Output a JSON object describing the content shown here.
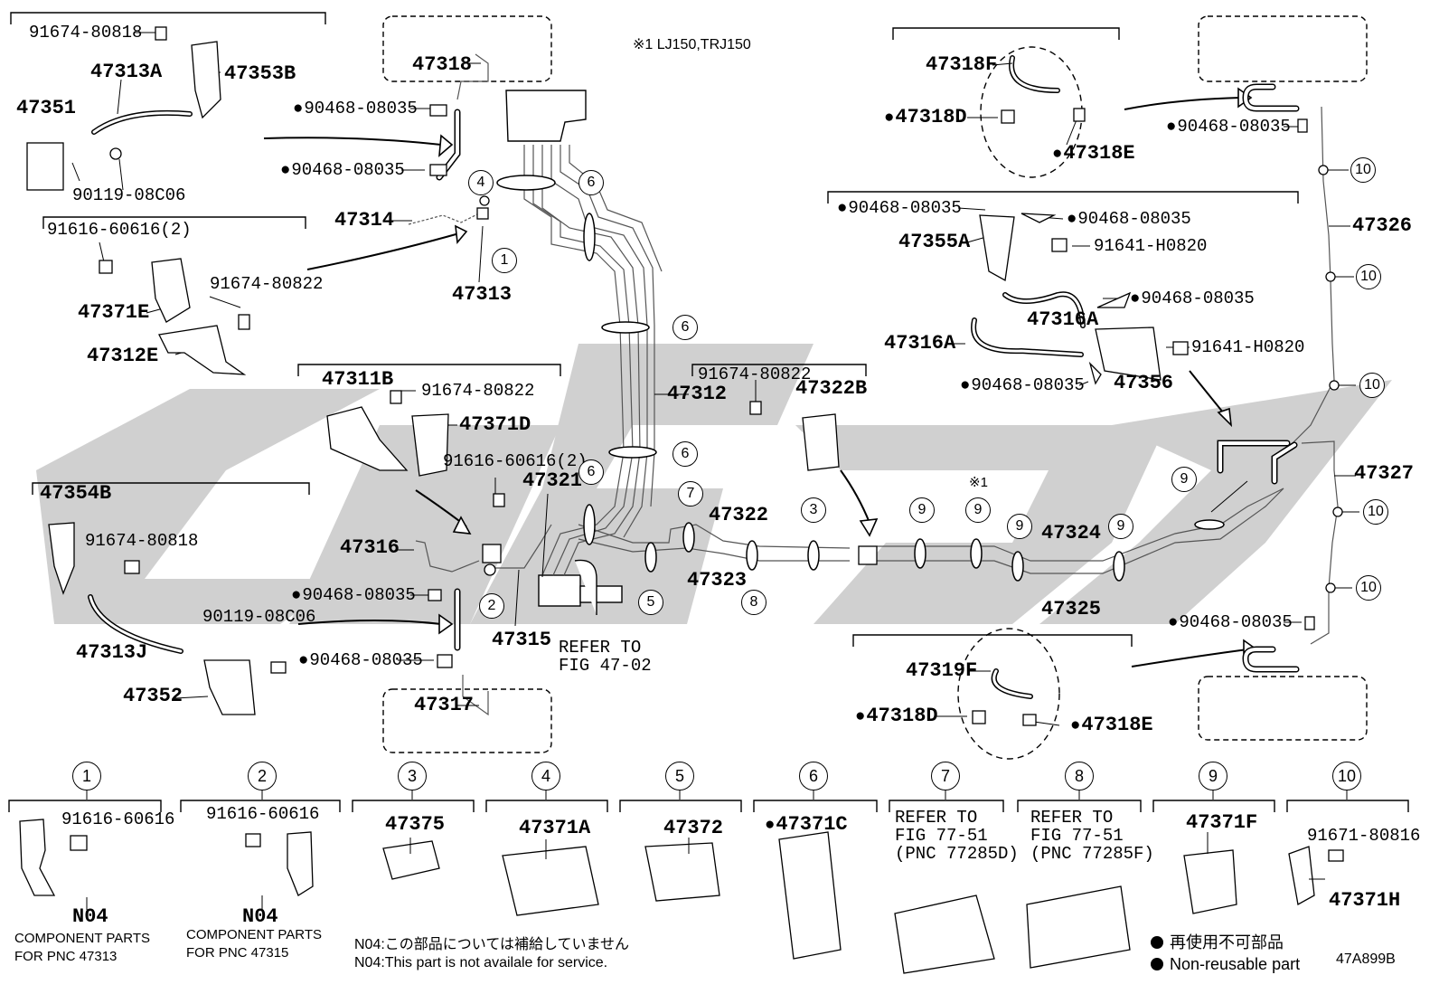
{
  "title_note": "※1 LJ150,TRJ150",
  "diagram_id": "47A899B",
  "part_labels": {
    "p91674_80818_a": "91674-80818",
    "p47313A": "47313A",
    "p47353B": "47353B",
    "p47351": "47351",
    "p90119_08C06_a": "90119-08C06",
    "p91616_60616_2_a": "91616-60616(2)",
    "p91674_80822_a": "91674-80822",
    "p47371E": "47371E",
    "p47312E": "47312E",
    "p47318": "47318",
    "p90468_08035_a": "90468-08035",
    "p90468_08035_b": "90468-08035",
    "p47314": "47314",
    "p47313": "47313",
    "p47318F": "47318F",
    "p47318D_a": "47318D",
    "p47318E_a": "47318E",
    "p90468_08035_c": "90468-08035",
    "p47326": "47326",
    "p90468_08035_d": "90468-08035",
    "p90468_08035_e": "90468-08035",
    "p47355A": "47355A",
    "p91641_H0820_a": "91641-H0820",
    "p90468_08035_f": "90468-08035",
    "p47316A_a": "47316A",
    "p47316A_b": "47316A",
    "p91641_H0820_b": "91641-H0820",
    "p90468_08035_g": "90468-08035",
    "p47356": "47356",
    "p47312": "47312",
    "p47311B": "47311B",
    "p91674_80822_b": "91674-80822",
    "p47371D": "47371D",
    "p91616_60616_2_b": "91616-60616(2)",
    "p91674_80822_c": "91674-80822",
    "p47322B": "47322B",
    "p47321": "47321",
    "p47322": "47322",
    "p47323": "47323",
    "p47324": "47324",
    "p47325": "47325",
    "p47327": "47327",
    "p47354B": "47354B",
    "p91674_80818_b": "91674-80818",
    "p47316": "47316",
    "p90468_08035_h": "90468-08035",
    "p90119_08C06_b": "90119-08C06",
    "p47313J": "47313J",
    "p90468_08035_i": "90468-08035",
    "p47352": "47352",
    "p47317": "47317",
    "p47315": "47315",
    "refer_fig_1": "REFER TO",
    "refer_fig_2": "FIG 47-02",
    "p90468_08035_j": "90468-08035",
    "p47319F": "47319F",
    "p47318D_b": "47318D",
    "p47318E_b": "47318E",
    "note_mark": "※1"
  },
  "callouts": {
    "c1": "1",
    "c2": "2",
    "c3": "3",
    "c4": "4",
    "c5": "5",
    "c6": "6",
    "c7": "7",
    "c8": "8",
    "c9": "9",
    "c10": "10"
  },
  "legend_boxes": [
    {
      "num": "1",
      "part": "91616-60616",
      "sub": "N04",
      "desc1": "COMPONENT PARTS",
      "desc2": "FOR PNC 47313"
    },
    {
      "num": "2",
      "part": "91616-60616",
      "sub": "N04",
      "desc1": "COMPONENT PARTS",
      "desc2": "FOR PNC 47315"
    },
    {
      "num": "3",
      "part": "47375"
    },
    {
      "num": "4",
      "part": "47371A"
    },
    {
      "num": "5",
      "part": "47372"
    },
    {
      "num": "6",
      "part": "47371C"
    },
    {
      "num": "7",
      "ref1": "REFER TO",
      "ref2": "FIG 77-51",
      "ref3": "(PNC 77285D)"
    },
    {
      "num": "8",
      "ref1": "REFER TO",
      "ref2": "FIG 77-51",
      "ref3": "(PNC 77285F)"
    },
    {
      "num": "9",
      "part": "47371F"
    },
    {
      "num": "10",
      "part_a": "91671-80816",
      "part_b": "47371H"
    }
  ],
  "footnotes": {
    "n04_jp": "N04:この部品については補給していません",
    "n04_en": "N04:This part is not availale for service.",
    "legend_jp": "再使用不可部品",
    "legend_en": "Non-reusable part"
  }
}
